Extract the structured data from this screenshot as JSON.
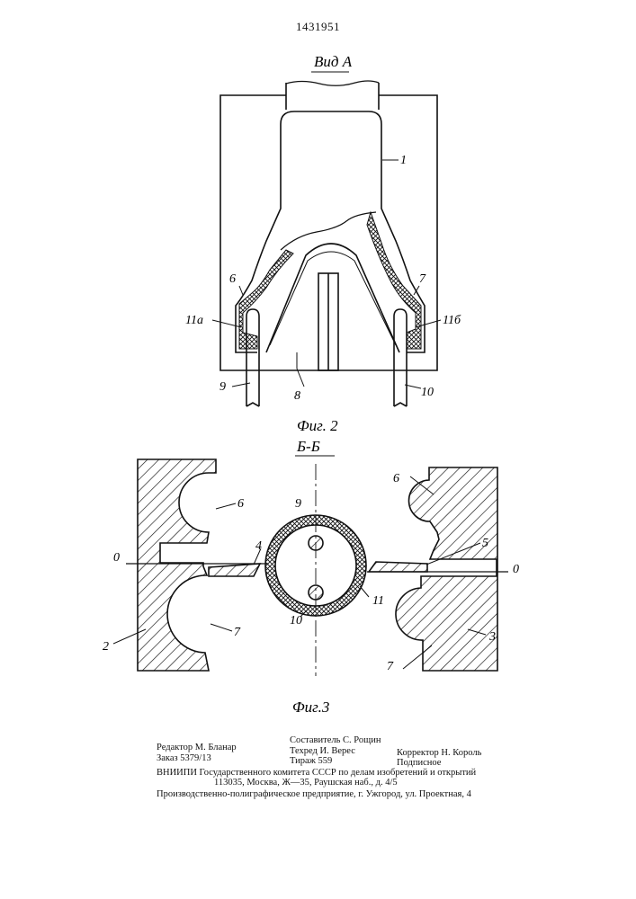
{
  "patent_number": "1431951",
  "fig2": {
    "view_title": "Вид А",
    "caption": "Фиг. 2",
    "labels": {
      "l1": "1",
      "l6": "6",
      "l7": "7",
      "l11a": "11а",
      "l11b": "11б",
      "l9": "9",
      "l8": "8",
      "l10": "10"
    }
  },
  "fig3": {
    "section_title": "Б-Б",
    "caption": "Фиг.3",
    "labels": {
      "l6a": "6",
      "l6b": "6",
      "l9": "9",
      "l5": "5",
      "l0a": "0",
      "l0b": "0",
      "l4": "4",
      "l2": "2",
      "l3": "3",
      "l7a": "7",
      "l7b": "7",
      "l10": "10",
      "l11": "11"
    }
  },
  "footer": {
    "editor": "Редактор М. Бланар",
    "order": "Заказ 5379/13",
    "compiler": "Составитель С. Рощин",
    "techred": "Техред И. Верес",
    "circulation": "Тираж 559",
    "corrector": "Корректор Н. Король",
    "subscription": "Подписное",
    "org_line1": "ВНИИПИ Государственного комитета СССР по делам изобретений и открытий",
    "org_line2": "113035, Москва, Ж—35, Раушская наб., д. 4/5",
    "printer": "Производственно-полиграфическое предприятие, г. Ужгород, ул. Проектная, 4"
  }
}
